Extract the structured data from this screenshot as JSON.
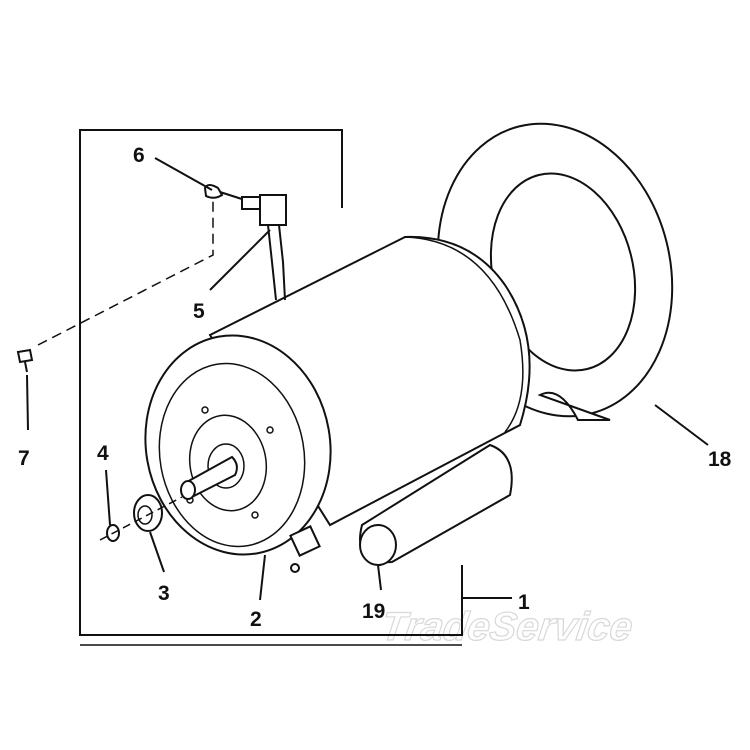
{
  "callouts": {
    "c1": "1",
    "c2": "2",
    "c3": "3",
    "c4": "4",
    "c5": "5",
    "c6": "6",
    "c7": "7",
    "c18": "18",
    "c19": "19"
  },
  "watermark": "TradeService",
  "colors": {
    "ink": "#111111",
    "background": "#ffffff",
    "watermark": "#d8d8d8"
  }
}
